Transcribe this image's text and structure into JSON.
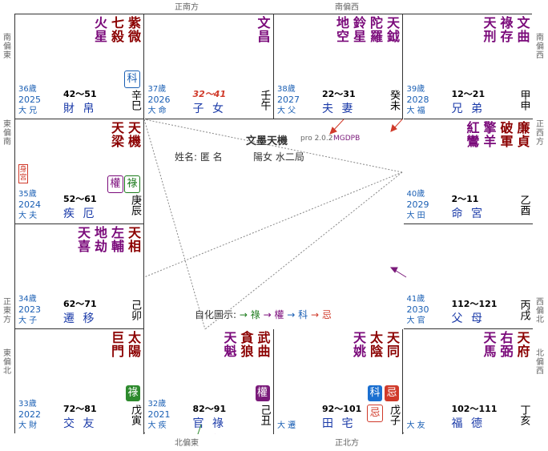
{
  "directions": {
    "top_left": "正南方",
    "top_right": "南偏西",
    "bottom_left": "北偏東",
    "bottom_right": "正北方",
    "left_top": "南偏東",
    "left_mid": "東偏南",
    "left_low": "正東方",
    "left_bottom": "東偏北",
    "right_top": "南偏西",
    "right_mid": "正西方",
    "right_low": "西偏北",
    "right_bottom": "北偏西"
  },
  "center": {
    "title": "文墨天機",
    "version": "pro 2.0.2",
    "brand": "MGDPB",
    "name_label": "姓名: 匿 名",
    "info": "陽女 水二局",
    "legend_prefix": "自化圖示:",
    "legend_lu": "→ 祿",
    "legend_quan": "→ 權",
    "legend_ke": "→ 科",
    "legend_ji": "→ 忌"
  },
  "cells": [
    {
      "id": "si",
      "stars_main": [
        "紫微",
        "七殺"
      ],
      "stars_minor": [
        "火星"
      ],
      "hua": [
        {
          "t": "科",
          "k": "ke"
        }
      ],
      "age": "36歲",
      "year": "2025",
      "dayun": "大 兄",
      "range": "42～51",
      "palace": "財 帛",
      "gz": "辛巳"
    },
    {
      "id": "wu",
      "stars_main": [],
      "stars_minor": [
        "文昌"
      ],
      "hua": [],
      "age": "37歲",
      "year": "2026",
      "dayun": "大 命",
      "range": "32～41",
      "range_red": true,
      "palace": "子 女",
      "gz": "壬午"
    },
    {
      "id": "wei",
      "stars_main": [],
      "stars_minor": [
        "天鉞",
        "陀羅",
        "鈴星",
        "地空"
      ],
      "hua": [],
      "age": "38歲",
      "year": "2027",
      "dayun": "大 父",
      "range": "22～31",
      "palace": "夫 妻",
      "gz": "癸未"
    },
    {
      "id": "shen",
      "stars_main": [],
      "stars_minor": [
        "文曲",
        "祿存",
        "天刑"
      ],
      "hua": [],
      "age": "39歲",
      "year": "2028",
      "dayun": "大 福",
      "range": "12～21",
      "palace": "兄 弟",
      "gz": "甲申"
    },
    {
      "id": "chen",
      "stars_main": [
        "天機",
        "天梁"
      ],
      "stars_minor": [],
      "hua": [
        {
          "t": "祿",
          "k": "lu"
        },
        {
          "t": "權",
          "k": "quan"
        }
      ],
      "age": "35歲",
      "year": "2024",
      "dayun": "大 夫",
      "range": "52～61",
      "palace": "疾 厄",
      "gz": "庚辰",
      "badge": "身宮"
    },
    {
      "id": "you",
      "stars_main": [
        "廉貞",
        "破軍"
      ],
      "stars_minor": [
        "擎羊",
        "紅鸞"
      ],
      "hua": [],
      "age": "40歲",
      "year": "2029",
      "dayun": "大 田",
      "range": "2～11",
      "palace": "命 宮",
      "gz": "乙酉"
    },
    {
      "id": "mao",
      "stars_main": [
        "天相"
      ],
      "stars_minor": [
        "左輔",
        "地劫",
        "天喜"
      ],
      "hua": [],
      "age": "34歲",
      "year": "2023",
      "dayun": "大 子",
      "range": "62～71",
      "palace": "遷 移",
      "gz": "己卯"
    },
    {
      "id": "xu",
      "stars_main": [],
      "stars_minor": [],
      "hua": [],
      "age": "41歲",
      "year": "2030",
      "dayun": "大 官",
      "range": "112～121",
      "palace": "父 母",
      "gz": "丙戌"
    },
    {
      "id": "yin",
      "stars_main": [
        "太陽",
        "巨門"
      ],
      "stars_minor": [],
      "hua": [
        {
          "t": "祿",
          "k": "solid-lu"
        }
      ],
      "age": "33歲",
      "year": "2022",
      "dayun": "大 財",
      "range": "72～81",
      "palace": "交 友",
      "gz": "戊寅"
    },
    {
      "id": "chou",
      "stars_main": [
        "武曲",
        "貪狼"
      ],
      "stars_minor": [
        "天魁"
      ],
      "hua": [
        {
          "t": "權",
          "k": "solid-quan"
        }
      ],
      "age": "32歲",
      "year": "2021",
      "dayun": "大 疾",
      "range": "82～91",
      "palace": "官 祿",
      "gz": "己丑"
    },
    {
      "id": "zi",
      "stars_main": [
        "天同",
        "太陰"
      ],
      "stars_minor": [
        "天姚"
      ],
      "hua": [
        {
          "t": "忌",
          "k": "solid-ji"
        },
        {
          "t": "科",
          "k": "solid-ke"
        },
        {
          "t": "忌",
          "k": "ji",
          "row2": true
        }
      ],
      "age": "",
      "year": "",
      "dayun": "大 遷",
      "range": "92～101",
      "palace": "田 宅",
      "gz": "戊子"
    },
    {
      "id": "hai",
      "stars_main": [
        "天府"
      ],
      "stars_minor": [
        "右弼",
        "天馬"
      ],
      "hua": [],
      "age": "",
      "year": "",
      "dayun": "大 友",
      "range": "102～111",
      "palace": "福 德",
      "gz": "丁亥"
    }
  ]
}
